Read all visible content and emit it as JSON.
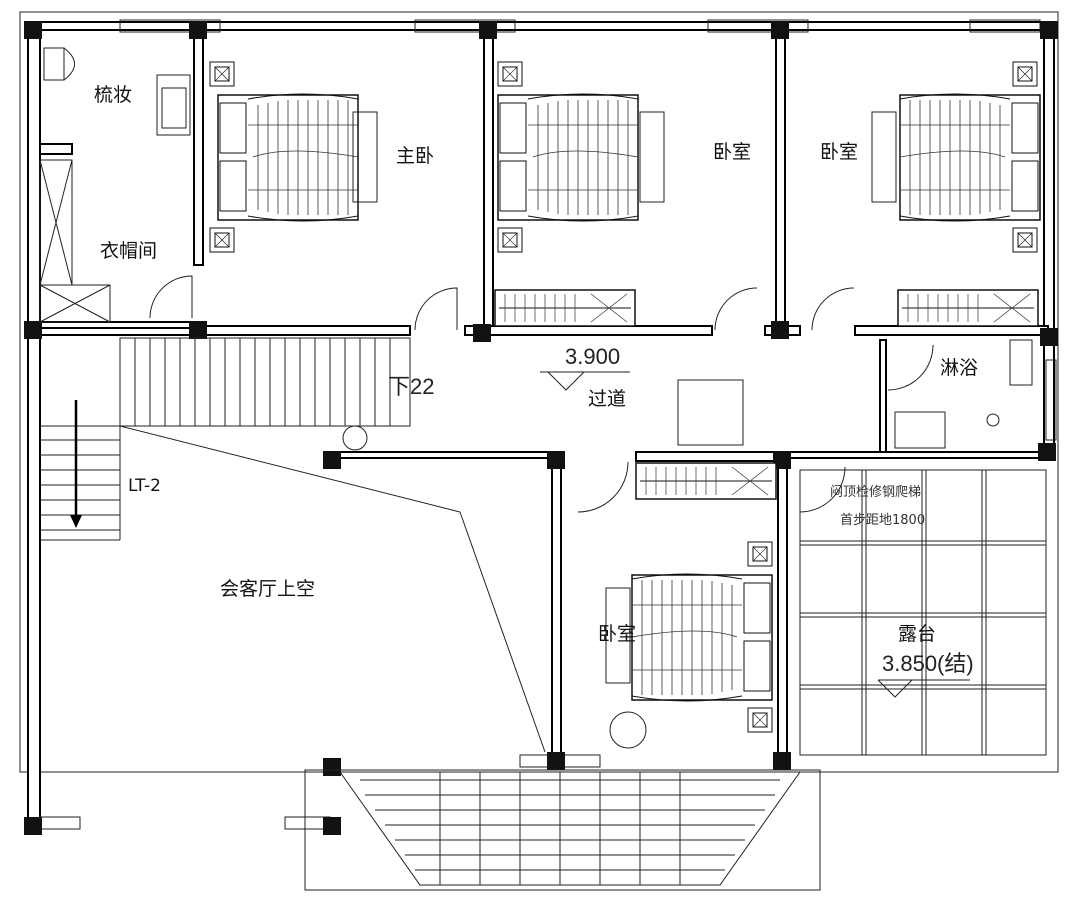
{
  "rooms": {
    "dressing": "梳妆",
    "master_bedroom": "主卧",
    "bedroom_1": "卧室",
    "bedroom_2": "卧室",
    "cloakroom": "衣帽间",
    "corridor": "过道",
    "shower": "淋浴",
    "stair_id": "LT-2",
    "void": "会客厅上空",
    "bedroom_3": "卧室",
    "terrace": "露台"
  },
  "annotations": {
    "floor_elevation": "3.900",
    "stairs_down": "下22",
    "ladder_note_1": "闷顶检修钢爬梯",
    "ladder_note_2": "首步距地1800",
    "terrace_elevation": "3.850(结)"
  }
}
